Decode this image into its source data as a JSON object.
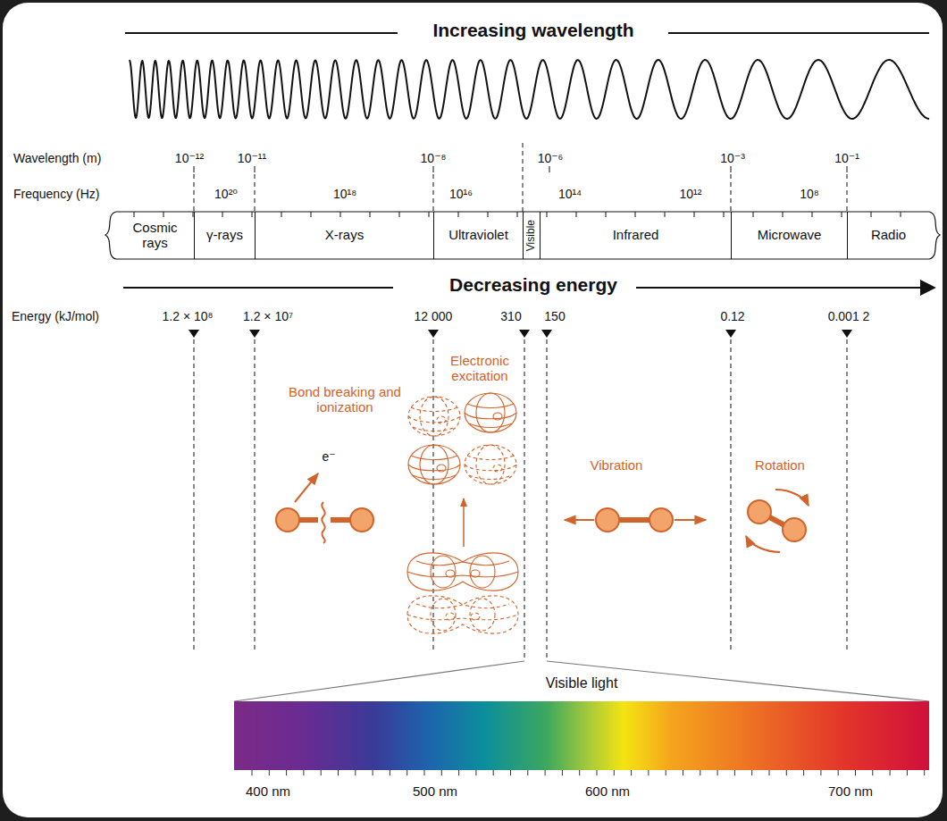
{
  "diagram": {
    "nodes": [
      {
        "text": [
          "Cosmic rays"
        ]
      },
      {
        "text": [
          "γ-rays"
        ]
      },
      {
        "text": [
          "X-rays"
        ]
      },
      {
        "text": [
          "Ultraviolet"
        ]
      },
      {
        "text": [
          "Visible"
        ]
      },
      {
        "text": [
          "Infrared"
        ]
      },
      {
        "text": [
          "Microwave"
        ]
      },
      {
        "text": [
          "Radio"
        ]
      }
    ],
    "labels": [
      "Increasing wavelength",
      "Wavelength (m)",
      "10⁻¹²",
      "10⁻¹¹",
      "10⁻⁸",
      "10⁻⁶",
      "10⁻³",
      "10⁻¹",
      "Frequency (Hz)",
      "10²⁰",
      "10¹⁸",
      "10¹⁶",
      "10¹⁴",
      "10¹²",
      "10⁸",
      "Decreasing energy",
      "Energy (kJ/mol)",
      "1.2 × 10⁸",
      "1.2 × 10⁷",
      "12 000",
      "310",
      "150",
      "0.12",
      "0.001 2",
      "Bond breaking and ionization",
      "Electronic excitation",
      "e⁻",
      "Vibration",
      "Rotation",
      "Visible light",
      "400 nm",
      "500 nm",
      "600 nm",
      "700 nm"
    ]
  }
}
